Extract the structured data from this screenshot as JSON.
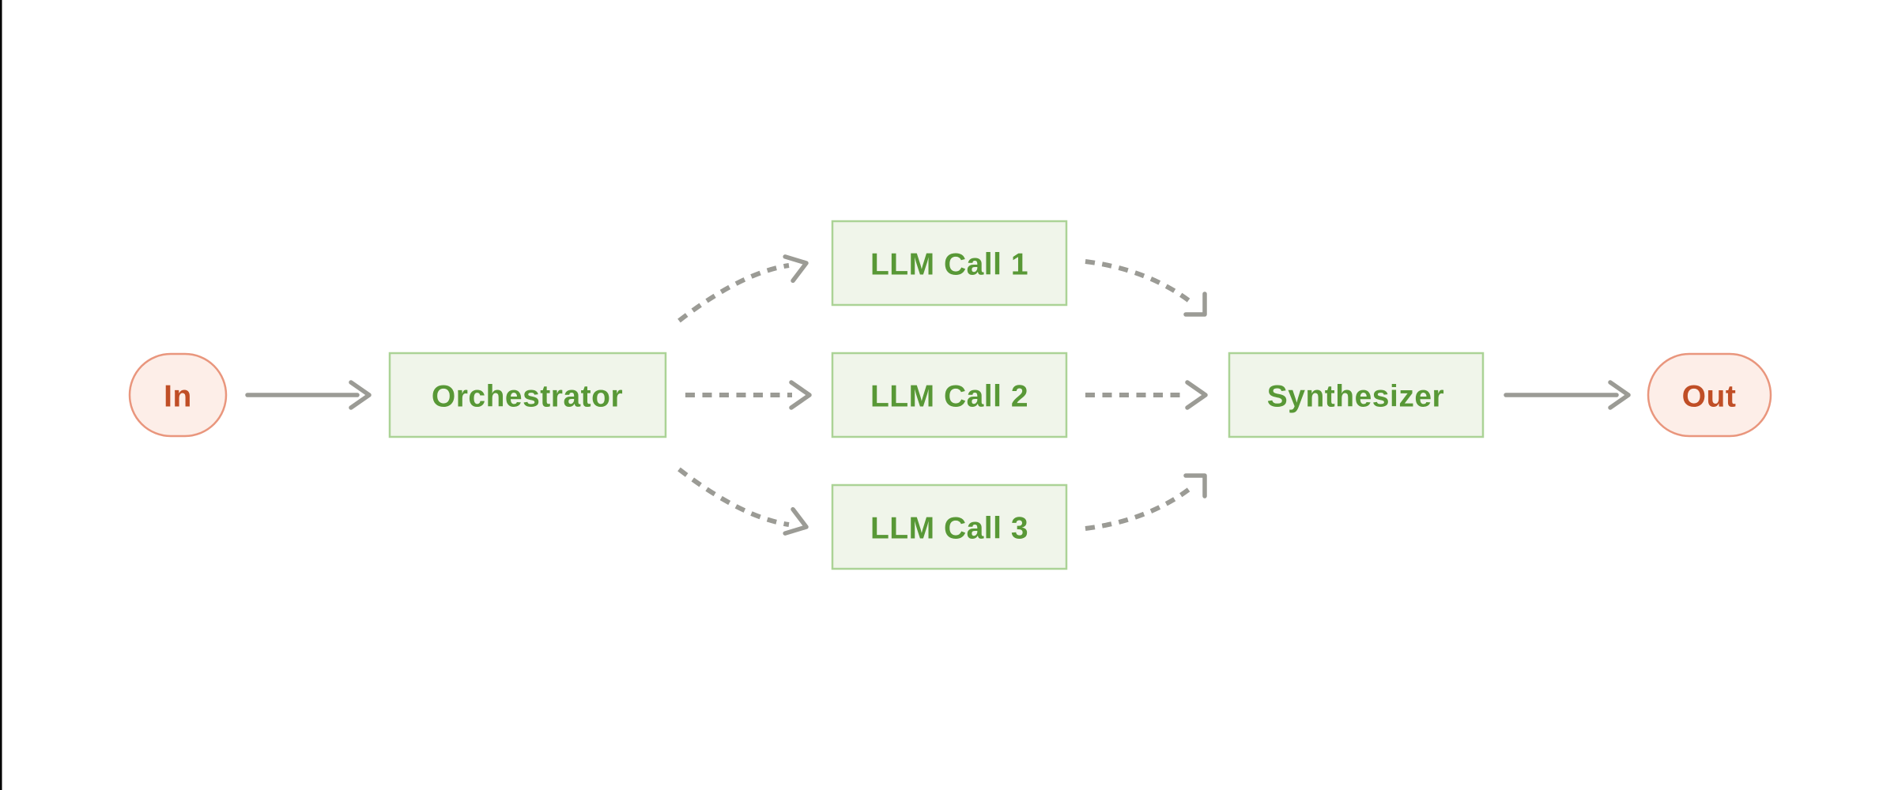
{
  "diagram": {
    "nodes": {
      "in": {
        "label": "In"
      },
      "orchestrator": {
        "label": "Orchestrator"
      },
      "llm_call_1": {
        "label": "LLM Call 1"
      },
      "llm_call_2": {
        "label": "LLM Call 2"
      },
      "llm_call_3": {
        "label": "LLM Call 3"
      },
      "synthesizer": {
        "label": "Synthesizer"
      },
      "out": {
        "label": "Out"
      }
    },
    "colors": {
      "background": "#ffffff",
      "left_edge_line": "#000000",
      "process_box_fill": "#f0f5ea",
      "process_box_border": "#abd396",
      "process_box_text": "#589836",
      "terminal_fill": "#fdeee8",
      "terminal_border": "#e9967d",
      "terminal_text": "#c04e26",
      "arrow_gray": "#9b9b95"
    }
  }
}
